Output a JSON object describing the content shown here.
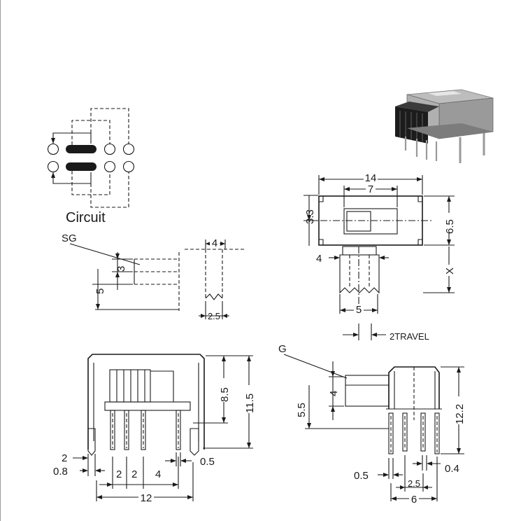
{
  "labels": {
    "circuit": "Circuit",
    "sg": "SG",
    "g": "G",
    "travel": "2TRAVEL"
  },
  "dims_top": {
    "d14": "14",
    "d7": "7",
    "d33": "3.3",
    "d65": "6.5",
    "d4": "4",
    "dx": "X",
    "d5": "5"
  },
  "dims_side": {
    "d4": "4",
    "d3": "3",
    "d5": "5",
    "d25": "2.5"
  },
  "dims_front": {
    "d85": "8.5",
    "d115": "11.5",
    "d2": "2",
    "d08": "0.8",
    "d2a": "2",
    "d2b": "2",
    "d4": "4",
    "d05": "0.5",
    "d12": "12"
  },
  "dims_right": {
    "d4": "4",
    "d55": "5.5",
    "d122": "12.2",
    "d05": "0.5",
    "d04": "0.4",
    "d25": "2.5",
    "d6": "6"
  },
  "colors": {
    "line": "#1a1a1a",
    "contact": "#1a1a1a",
    "photo_body": "#8a8a8a"
  }
}
